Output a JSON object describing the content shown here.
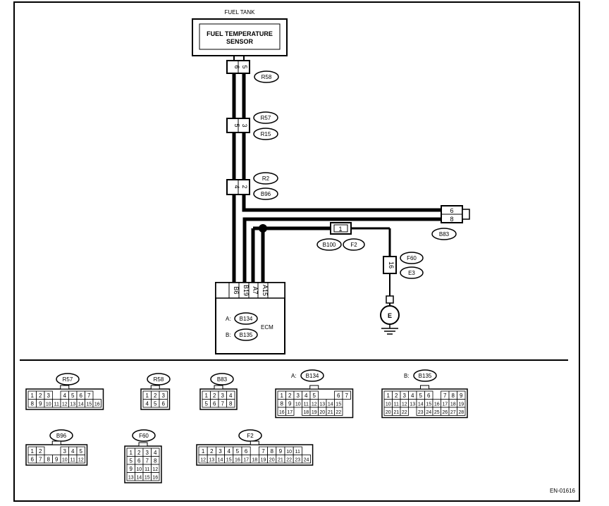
{
  "sensor": {
    "location": "FUEL TANK",
    "name_line1": "FUEL TEMPERATURE",
    "name_line2": "SENSOR"
  },
  "connectors": {
    "R58": "R58",
    "R57": "R57",
    "R15": "R15",
    "R2": "R2",
    "B96": "B96",
    "B83": "B83",
    "B100": "B100",
    "F2": "F2",
    "F60": "F60",
    "E3": "E3"
  },
  "pins": {
    "r58_a": "6",
    "r58_b": "5",
    "r57_a": "5",
    "r57_b": "3",
    "r2_a": "4",
    "r2_b": "2",
    "b83_top": "6",
    "b83_bottom": "8",
    "b100": "1",
    "f60": "16"
  },
  "ecm": {
    "terminals": [
      "B6",
      "B19",
      "A7",
      "A15"
    ],
    "a_prefix": "A:",
    "a_conn": "B134",
    "b_prefix": "B:",
    "b_conn": "B135",
    "label": "ECM"
  },
  "ground": "E",
  "legend": {
    "R57": {
      "name": "R57",
      "row1": [
        "1",
        "2",
        "3",
        "",
        "4",
        "5",
        "6",
        "7"
      ],
      "row2": [
        "8",
        "9",
        "10",
        "11",
        "12",
        "13",
        "14",
        "15",
        "16"
      ]
    },
    "R58": {
      "name": "R58",
      "row1": [
        "1",
        "2",
        "3"
      ],
      "row2": [
        "4",
        "5",
        "6"
      ]
    },
    "B83": {
      "name": "B83",
      "row1": [
        "1",
        "2",
        "3",
        "4"
      ],
      "row2": [
        "5",
        "6",
        "7",
        "8"
      ]
    },
    "B134": {
      "prefix": "A:",
      "name": "B134",
      "row1": [
        "1",
        "2",
        "3",
        "4",
        "5",
        "",
        "",
        "6",
        "7"
      ],
      "row2": [
        "8",
        "9",
        "10",
        "11",
        "12",
        "13",
        "14",
        "15"
      ],
      "row3": [
        "16",
        "17",
        "",
        "18",
        "19",
        "20",
        "21",
        "22"
      ]
    },
    "B135": {
      "prefix": "B:",
      "name": "B135",
      "row1": [
        "1",
        "2",
        "3",
        "4",
        "5",
        "6",
        "",
        "7",
        "8",
        "9"
      ],
      "row2": [
        "10",
        "11",
        "12",
        "13",
        "14",
        "15",
        "16",
        "17",
        "18",
        "19"
      ],
      "row3": [
        "20",
        "21",
        "22",
        "",
        "23",
        "24",
        "25",
        "26",
        "27",
        "28"
      ]
    },
    "B96": {
      "name": "B96",
      "row1": [
        "1",
        "2",
        "",
        "",
        "3",
        "4",
        "5"
      ],
      "row2": [
        "6",
        "7",
        "8",
        "9",
        "10",
        "11",
        "12"
      ]
    },
    "F60": {
      "name": "F60",
      "row1": [
        "1",
        "2",
        "3",
        "4"
      ],
      "row2": [
        "5",
        "6",
        "7",
        "8"
      ],
      "row3": [
        "9",
        "10",
        "11",
        "12"
      ],
      "row4": [
        "13",
        "14",
        "15",
        "16"
      ]
    },
    "F2": {
      "name": "F2",
      "row1": [
        "1",
        "2",
        "3",
        "4",
        "5",
        "6",
        "",
        "7",
        "8",
        "9",
        "10",
        "11"
      ],
      "row2": [
        "12",
        "13",
        "14",
        "15",
        "16",
        "17",
        "18",
        "19",
        "20",
        "21",
        "22",
        "23",
        "24"
      ]
    }
  },
  "doc_code": "EN-01616"
}
